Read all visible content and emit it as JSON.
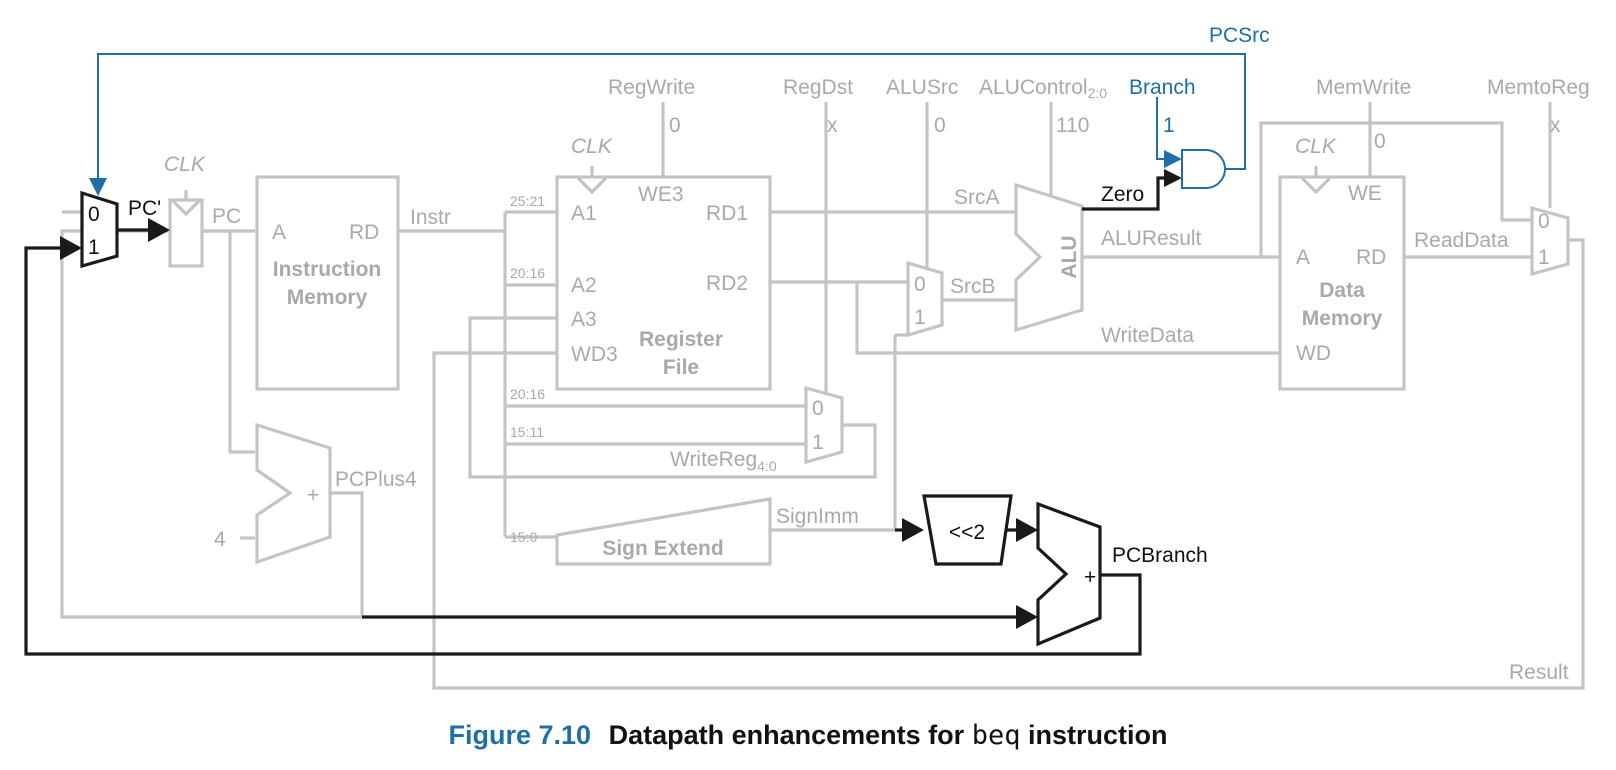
{
  "caption": {
    "number": "Figure 7.10",
    "text_before": "Datapath enhancements for",
    "code": "beq",
    "text_after": "instruction"
  },
  "control_signals": {
    "regwrite": "RegWrite",
    "regwrite_val": "0",
    "regdst": "RegDst",
    "regdst_val": "x",
    "alusrc": "ALUSrc",
    "alusrc_val": "0",
    "alucontrol": "ALUControl",
    "alucontrol_sub": "2:0",
    "alucontrol_val": "110",
    "branch": "Branch",
    "branch_val": "1",
    "memwrite": "MemWrite",
    "memwrite_val": "0",
    "memtoreg": "MemtoReg",
    "memtoreg_val": "x",
    "pcsrc": "PCSrc"
  },
  "blocks": {
    "clk": "CLK",
    "instr_mem_line1": "Instruction",
    "instr_mem_line2": "Memory",
    "port_a": "A",
    "port_rd": "RD",
    "we3": "WE3",
    "a1": "A1",
    "a2": "A2",
    "a3": "A3",
    "wd3": "WD3",
    "rd1": "RD1",
    "rd2": "RD2",
    "regfile_line1": "Register",
    "regfile_line2": "File",
    "alu": "ALU",
    "data_mem_line1": "Data",
    "data_mem_line2": "Memory",
    "we": "WE",
    "wd": "WD",
    "sign_extend": "Sign Extend",
    "shift": "<<2",
    "plus": "+",
    "four": "4",
    "mux0": "0",
    "mux1": "1"
  },
  "signals": {
    "pcprime": "PC'",
    "pc": "PC",
    "instr": "Instr",
    "bits_25_21": "25:21",
    "bits_20_16": "20:16",
    "bits_15_11": "15:11",
    "bits_15_0": "15:0",
    "srca": "SrcA",
    "srcb": "SrcB",
    "zero": "Zero",
    "aluresult": "ALUResult",
    "writedata": "WriteData",
    "readdata": "ReadData",
    "writereg": "WriteReg",
    "writereg_sub": "4:0",
    "pcplus4": "PCPlus4",
    "signimm": "SignImm",
    "pcbranch": "PCBranch",
    "result": "Result"
  },
  "colors": {
    "inactive": "#c4c4c4",
    "active": "#1a1a1a",
    "branch_control": "#1f6ea8"
  }
}
